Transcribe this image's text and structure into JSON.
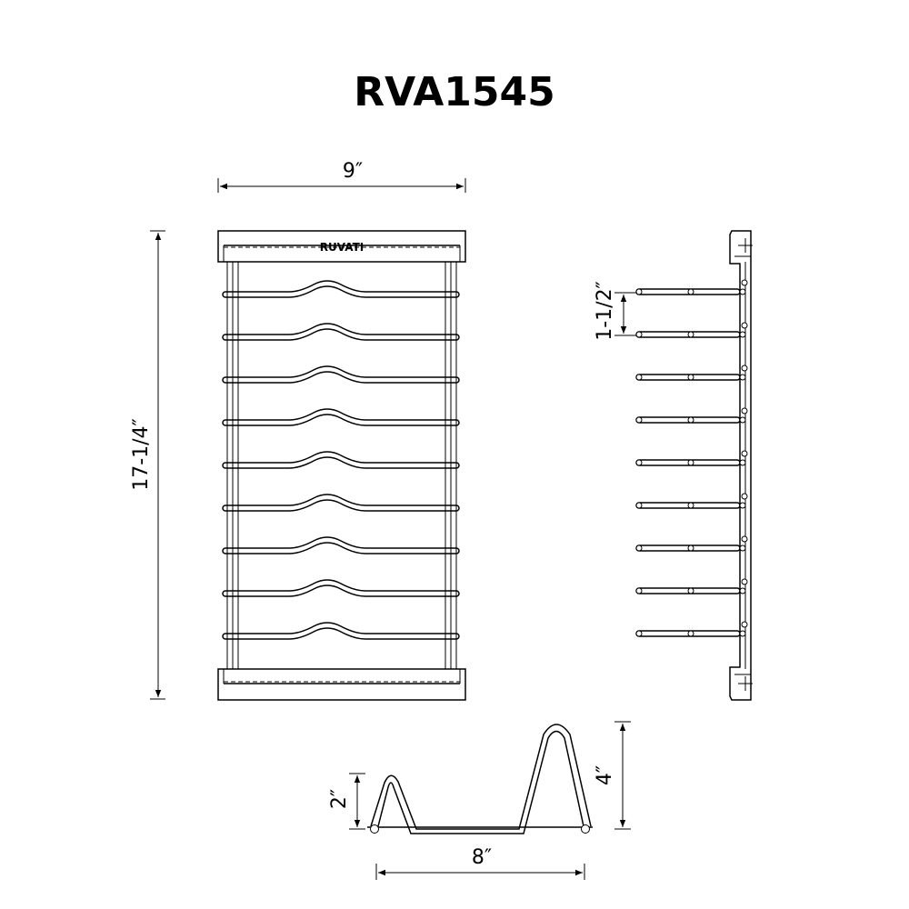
{
  "title": "RVA1545",
  "brand_logo": "RUVATI",
  "dimensions": {
    "width": "9″",
    "height": "17-1/4″",
    "spacing": "1-1/2″",
    "base_length": "8″",
    "short_height": "2″",
    "tall_height": "4″"
  },
  "rack": {
    "wire_count": 9
  }
}
